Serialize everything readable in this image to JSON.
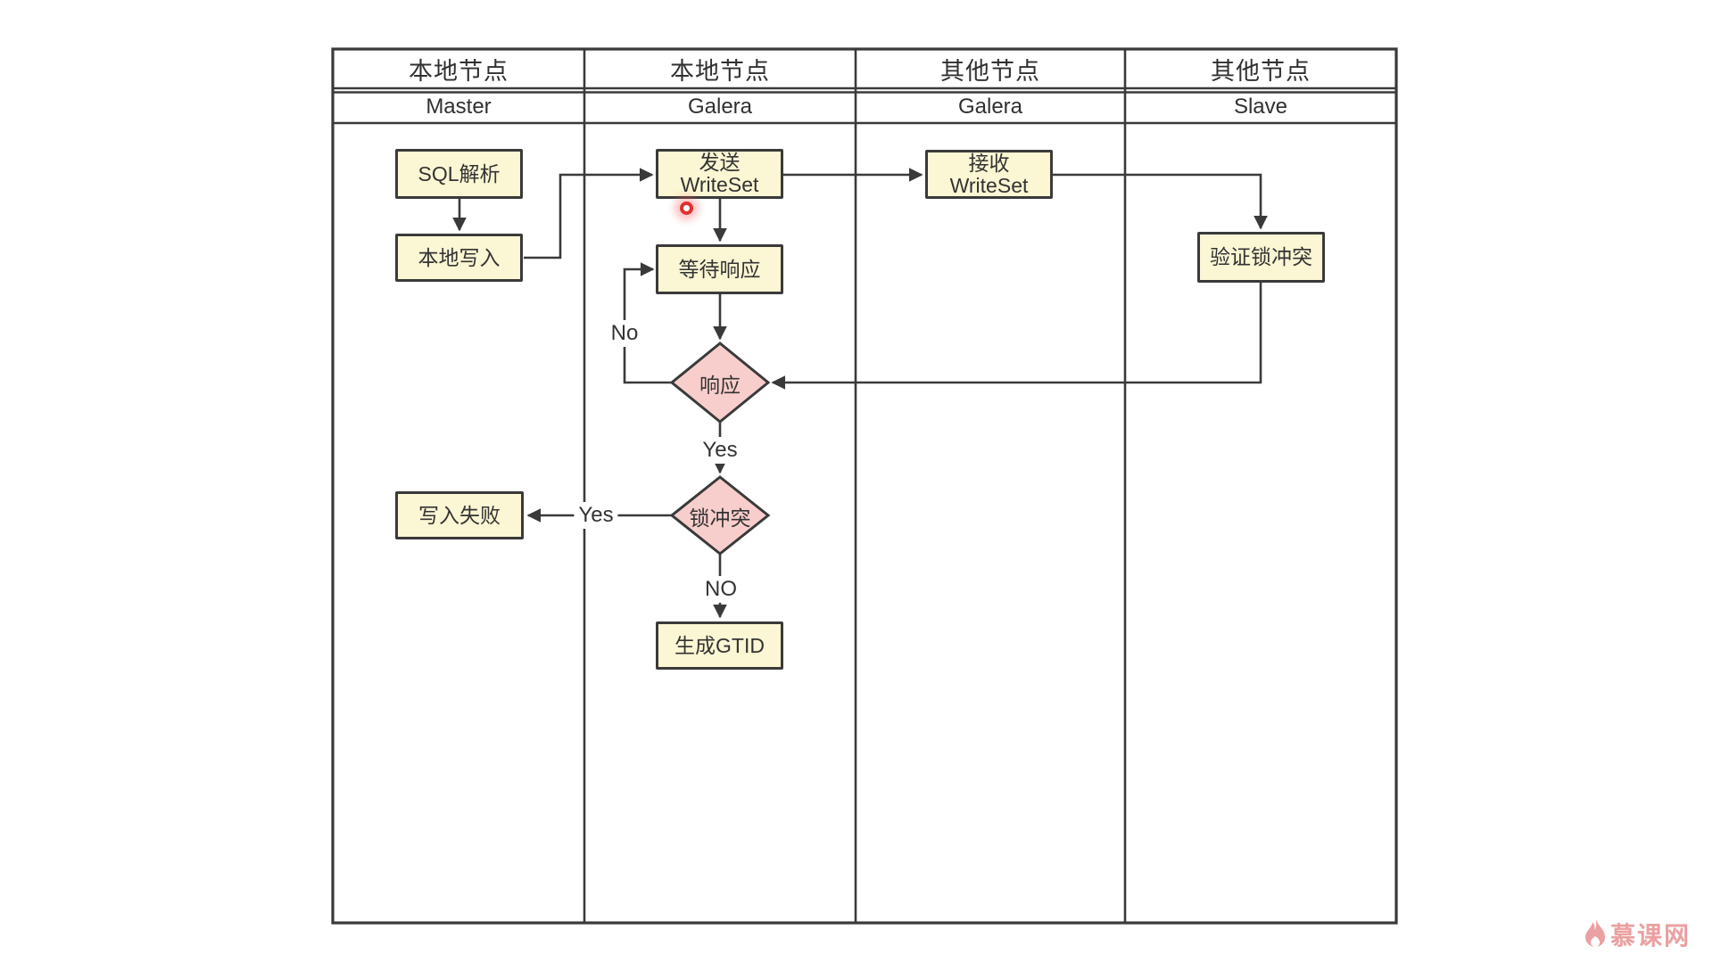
{
  "colors": {
    "node_fill": "#FBF6D3",
    "decision_fill": "#F8CECC",
    "stroke": "#3A3A3A",
    "text": "#333333",
    "watermark_pink": "#E78F91",
    "indicator_red": "#E03131"
  },
  "table": {
    "columns": [
      {
        "group": "本地节点",
        "sub": "Master"
      },
      {
        "group": "本地节点",
        "sub": "Galera"
      },
      {
        "group": "其他节点",
        "sub": "Galera"
      },
      {
        "group": "其他节点",
        "sub": "Slave"
      }
    ]
  },
  "nodes": {
    "sql_parse": {
      "label": "SQL解析"
    },
    "local_write": {
      "label": "本地写入"
    },
    "send_writeset": {
      "lines": [
        "发送",
        "WriteSet"
      ]
    },
    "recv_writeset": {
      "lines": [
        "接收",
        "WriteSet"
      ]
    },
    "verify_lock": {
      "label": "验证锁冲突"
    },
    "wait_resp": {
      "label": "等待响应"
    },
    "write_fail": {
      "label": "写入失败"
    },
    "gen_gtid": {
      "label": "生成GTID"
    }
  },
  "decisions": {
    "response": {
      "label": "响应"
    },
    "lock_conflict": {
      "label": "锁冲突"
    }
  },
  "edge_labels": {
    "no_loop": "No",
    "yes_down": "Yes",
    "yes_left": "Yes",
    "no_down": "NO"
  },
  "watermark": {
    "text": "慕课网"
  }
}
